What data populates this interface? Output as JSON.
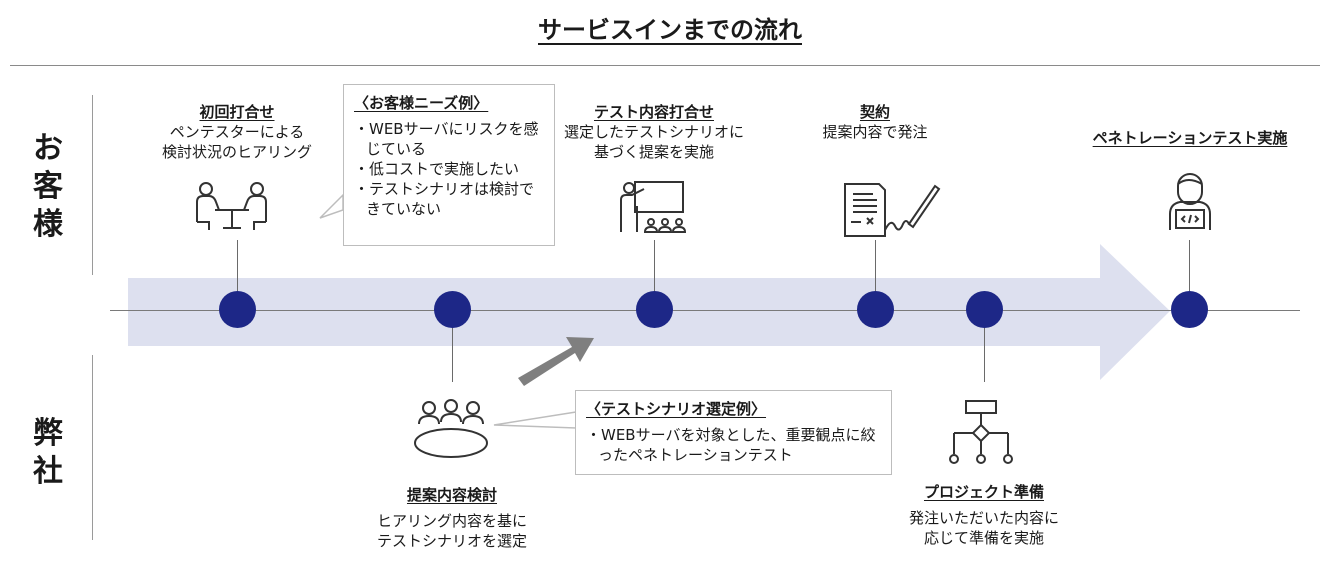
{
  "title": "サービスインまでの流れ",
  "lanes": {
    "customer": "お客様",
    "company": "弊社"
  },
  "events_top": [
    {
      "id": "initial",
      "title": "初回打合せ",
      "desc": [
        "ペンテスターによる",
        "検討状況のヒアリング"
      ],
      "icon": "meeting-icon"
    },
    {
      "id": "test-meeting",
      "title": "テスト内容打合せ",
      "desc": [
        "選定したテストシナリオに",
        "基づく提案を実施"
      ],
      "icon": "presentation-icon"
    },
    {
      "id": "contract",
      "title": "契約",
      "desc": [
        "提案内容で発注"
      ],
      "icon": "contract-signing-icon"
    },
    {
      "id": "pentest",
      "title": "ペネトレーションテスト実施",
      "desc": [],
      "icon": "developer-laptop-icon"
    }
  ],
  "events_bottom": [
    {
      "id": "proposal",
      "title": "提案内容検討",
      "desc": [
        "ヒアリング内容を基に",
        "テストシナリオを選定"
      ],
      "icon": "team-discussion-icon"
    },
    {
      "id": "project-prep",
      "title": "プロジェクト準備",
      "desc": [
        "発注いただいた内容に",
        "応じて準備を実施"
      ],
      "icon": "flowchart-icon"
    }
  ],
  "needs_box": {
    "heading": "〈お客様ニーズ例〉",
    "items": [
      "・WEBサーバにリスクを感じている",
      "・低コストで実施したい",
      "・テストシナリオは検討できていない"
    ]
  },
  "scenario_box": {
    "heading": "〈テストシナリオ選定例〉",
    "items": [
      "・WEBサーバを対象とした、重要観点に絞ったペネトレーションテスト"
    ]
  },
  "colors": {
    "dot": "#1d2787",
    "band": "#dde0ef",
    "arrow": "#7f7f7f"
  }
}
